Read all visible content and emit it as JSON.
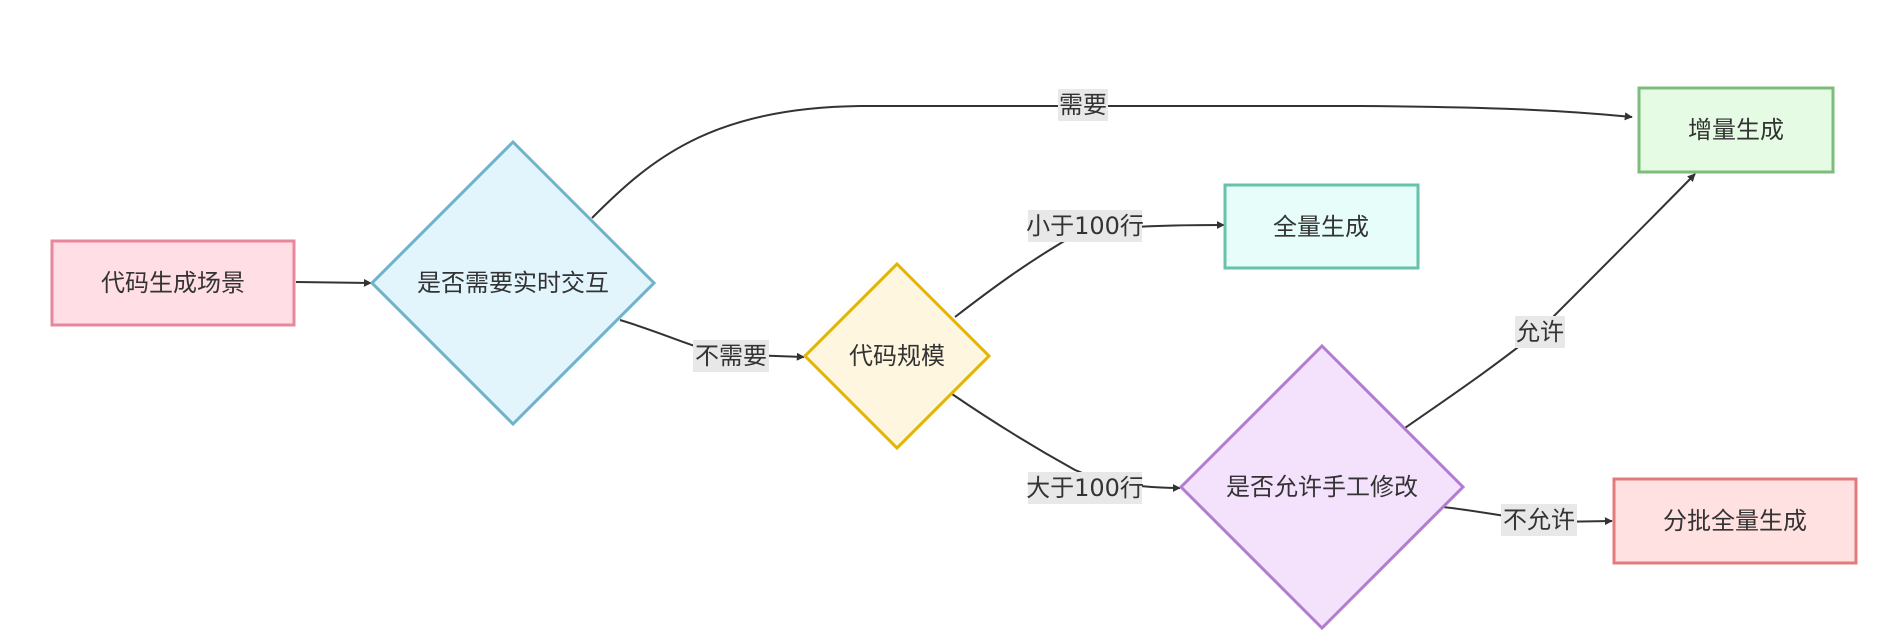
{
  "nodes": {
    "start": {
      "label": "代码生成场景",
      "fill": "#ffdfe5",
      "stroke": "#e8879c"
    },
    "q_interactive": {
      "label": "是否需要实时交互",
      "fill": "#e2f5fd",
      "stroke": "#6eb3c9"
    },
    "q_size": {
      "label": "代码规模",
      "fill": "#fff6e0",
      "stroke": "#e3b400"
    },
    "q_manual": {
      "label": "是否允许手工修改",
      "fill": "#f4e2fd",
      "stroke": "#b37cd1"
    },
    "incremental": {
      "label": "增量生成",
      "fill": "#e5fbe4",
      "stroke": "#7cbd7b"
    },
    "full": {
      "label": "全量生成",
      "fill": "#e6fdf9",
      "stroke": "#67c2aa"
    },
    "batch_full": {
      "label": "分批全量生成",
      "fill": "#ffe1e1",
      "stroke": "#e37b7b"
    }
  },
  "edges": {
    "needs": "需要",
    "not_needed": "不需要",
    "under_100": "小于100行",
    "over_100": "大于100行",
    "allowed": "允许",
    "not_allowed": "不允许"
  }
}
